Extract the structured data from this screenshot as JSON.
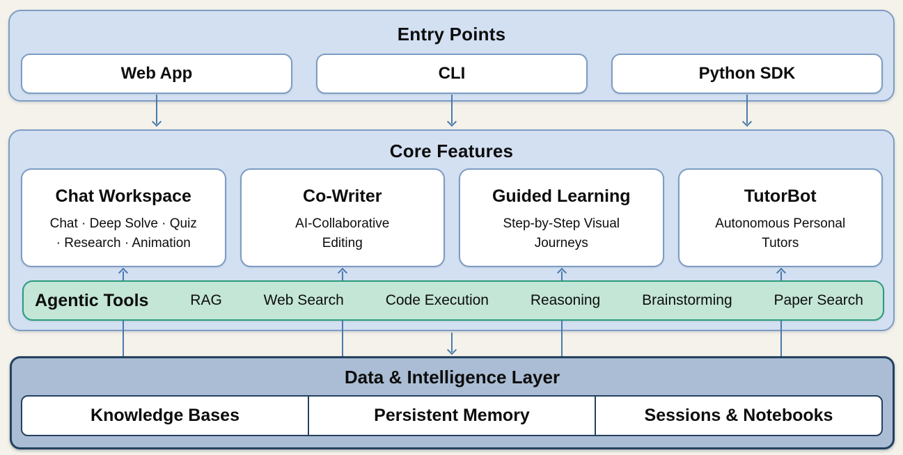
{
  "diagram_title": "Architecture overview diagram",
  "colors": {
    "background": "#f4f2ea",
    "container_fill": "#d3e0f2",
    "container_border": "#7d9cc3",
    "box_fill": "#ffffff",
    "arrow": "#4a7aab",
    "tools_fill": "#c3e6d6",
    "tools_border": "#2a9b7d",
    "data_fill": "#aabdd4",
    "data_border": "#24405f",
    "text": "#0d0d0d"
  },
  "entry_points": {
    "title": "Entry Points",
    "items": [
      {
        "label": "Web App"
      },
      {
        "label": "CLI"
      },
      {
        "label": "Python SDK"
      }
    ]
  },
  "core_features": {
    "title": "Core Features",
    "features": [
      {
        "title": "Chat Workspace",
        "subtitle": "Chat · Deep Solve · Quiz\n· Research · Animation"
      },
      {
        "title": "Co-Writer",
        "subtitle": "AI-Collaborative\nEditing"
      },
      {
        "title": "Guided Learning",
        "subtitle": "Step-by-Step Visual\nJourneys"
      },
      {
        "title": "TutorBot",
        "subtitle": "Autonomous Personal\nTutors"
      }
    ]
  },
  "agentic_tools": {
    "label": "Agentic Tools",
    "tools": [
      "RAG",
      "Web Search",
      "Code Execution",
      "Reasoning",
      "Brainstorming",
      "Paper Search"
    ]
  },
  "data_layer": {
    "title": "Data & Intelligence Layer",
    "items": [
      "Knowledge Bases",
      "Persistent Memory",
      "Sessions & Notebooks"
    ]
  }
}
